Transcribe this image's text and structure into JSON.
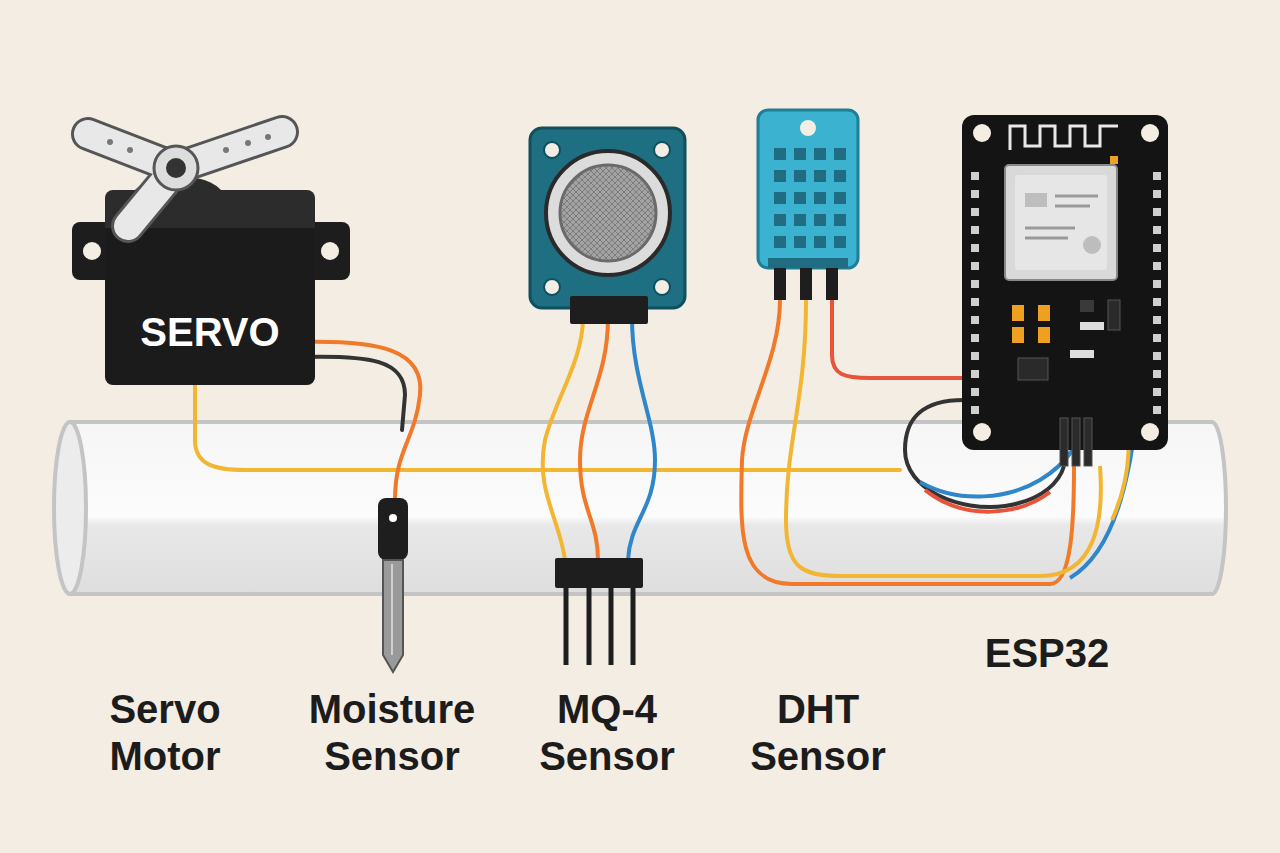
{
  "diagram": {
    "nodes": [
      {
        "text": [
          "SERVO"
        ]
      }
    ],
    "labels": [
      "Servo Motor",
      "Moisture Sensor",
      "MQ-4 Sensor",
      "DHT Sensor",
      "ESP32"
    ]
  }
}
